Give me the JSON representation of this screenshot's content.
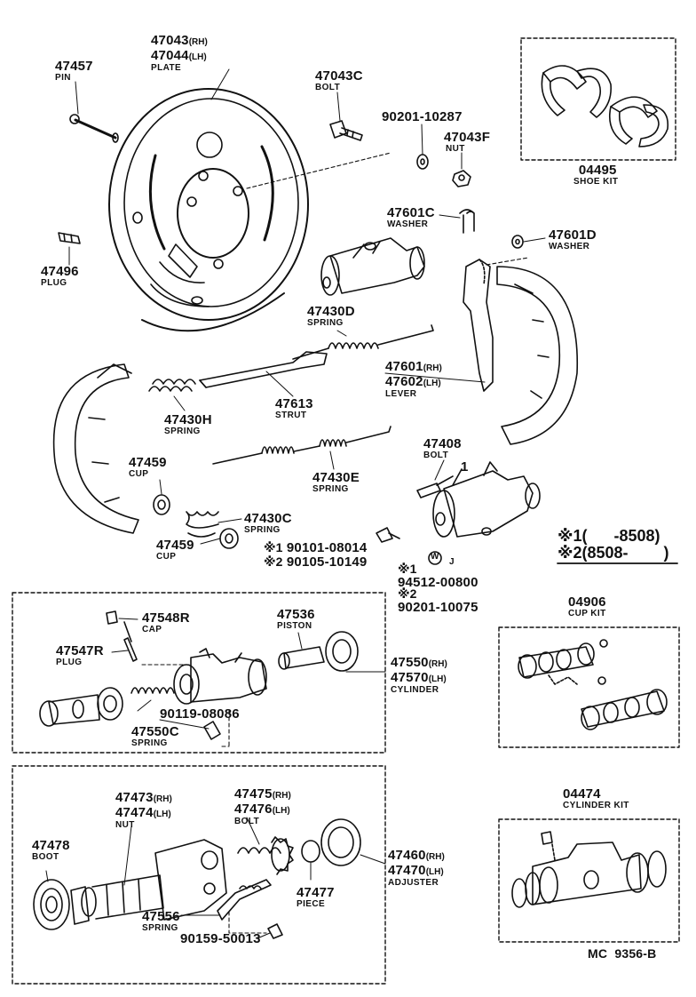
{
  "parts": {
    "plate": {
      "num_rh": "47043",
      "sfx_rh": "(RH)",
      "num_lh": "47044",
      "sfx_lh": "(LH)",
      "name": "PLATE"
    },
    "pin": {
      "num": "47457",
      "name": "PIN"
    },
    "bolt_47043c": {
      "num": "47043C",
      "name": "BOLT"
    },
    "washer_90201_10287": {
      "num": "90201-10287"
    },
    "nut_47043f": {
      "num": "47043F",
      "name": "NUT"
    },
    "shoe_kit": {
      "num": "04495",
      "name": "SHOE KIT"
    },
    "washer_47601c": {
      "num": "47601C",
      "name": "WASHER"
    },
    "washer_47601d": {
      "num": "47601D",
      "name": "WASHER"
    },
    "plug_47496": {
      "num": "47496",
      "name": "PLUG"
    },
    "spring_47430d": {
      "num": "47430D",
      "name": "SPRING"
    },
    "lever": {
      "num_rh": "47601",
      "sfx_rh": "(RH)",
      "num_lh": "47602",
      "sfx_lh": "(LH)",
      "name": "LEVER"
    },
    "spring_47430h": {
      "num": "47430H",
      "name": "SPRING"
    },
    "strut": {
      "num": "47613",
      "name": "STRUT"
    },
    "bolt_47408": {
      "num": "47408",
      "name": "BOLT",
      "callout": "1"
    },
    "cup_47459_upper": {
      "num": "47459",
      "name": "CUP"
    },
    "spring_47430e": {
      "num": "47430E",
      "name": "SPRING"
    },
    "spring_47430c": {
      "num": "47430C",
      "name": "SPRING"
    },
    "cup_47459_lower": {
      "num": "47459",
      "name": "CUP"
    },
    "bolt_note_1": {
      "mark": "※1",
      "num": "90101-08014"
    },
    "bolt_note_2": {
      "mark": "※2",
      "num": "90105-10149"
    },
    "washer_note": {
      "mark1": "※1",
      "num1": "94512-00800",
      "mark2": "※2",
      "num2": "90201-10075",
      "w_symbol": "W",
      "j_label": "J"
    },
    "legend": {
      "line1": "※1(      -8508)",
      "line2": "※2(8508-        )"
    },
    "cup_kit": {
      "num": "04906",
      "name": "CUP KIT"
    },
    "cap_47548r": {
      "num": "47548R",
      "name": "CAP"
    },
    "plug_47547r": {
      "num": "47547R",
      "name": "PLUG"
    },
    "piston": {
      "num": "47536",
      "name": "PISTON"
    },
    "cylinder": {
      "num_rh": "47550",
      "sfx_rh": "(RH)",
      "num_lh": "47570",
      "sfx_lh": "(LH)",
      "name": "CYLINDER"
    },
    "bolt_90119": {
      "num": "90119-08086"
    },
    "spring_47550c": {
      "num": "47550C",
      "name": "SPRING"
    },
    "nut_47473": {
      "num_rh": "47473",
      "sfx_rh": "(RH)",
      "num_lh": "47474",
      "sfx_lh": "(LH)",
      "name": "NUT"
    },
    "bolt_47475": {
      "num_rh": "47475",
      "sfx_rh": "(RH)",
      "num_lh": "47476",
      "sfx_lh": "(LH)",
      "name": "BOLT"
    },
    "cylinder_kit": {
      "num": "04474",
      "name": "CYLINDER KIT"
    },
    "boot": {
      "num": "47478",
      "name": "BOOT"
    },
    "adjuster": {
      "num_rh": "47460",
      "sfx_rh": "(RH)",
      "num_lh": "47470",
      "sfx_lh": "(LH)",
      "name": "ADJUSTER"
    },
    "piece": {
      "num": "47477",
      "name": "PIECE"
    },
    "spring_47556": {
      "num": "47556",
      "name": "SPRING"
    },
    "screw_90159": {
      "num": "90159-50013"
    }
  },
  "footer": {
    "code": "MC  9356-B"
  }
}
